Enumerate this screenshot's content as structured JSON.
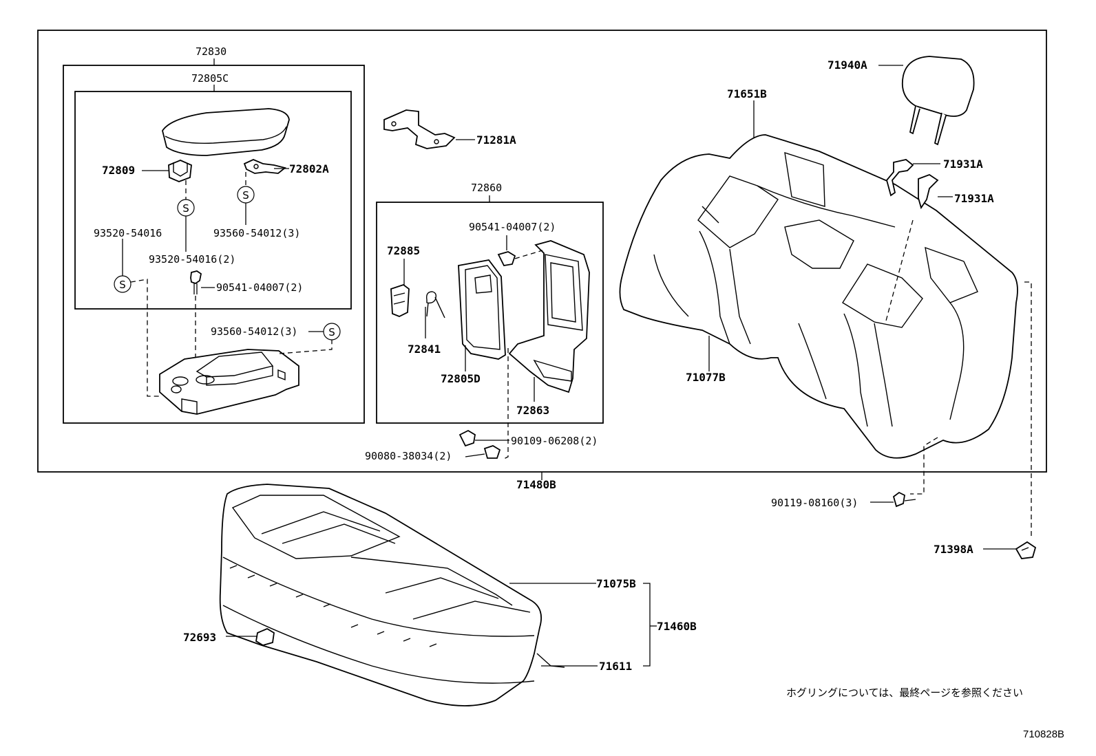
{
  "labels": {
    "p72830": "72830",
    "p72805C": "72805C",
    "p72809": "72809",
    "p72802A": "72802A",
    "p93520_54016": "93520-54016",
    "p93560_54012_3a": "93560-54012(3)",
    "p93520_54016_2": "93520-54016(2)",
    "p90541_04007_2a": "90541-04007(2)",
    "p93560_54012_3b": "93560-54012(3)",
    "p71281A": "71281A",
    "p72860": "72860",
    "p90541_04007_2b": "90541-04007(2)",
    "p72885": "72885",
    "p72841": "72841",
    "p72805D": "72805D",
    "p72863": "72863",
    "p90109_06208_2": "90109-06208(2)",
    "p90080_38034_2": "90080-38034(2)",
    "p71480B": "71480B",
    "p71940A": "71940A",
    "p71651B": "71651B",
    "p71931A_1": "71931A",
    "p71931A_2": "71931A",
    "p71077B": "71077B",
    "p90119_08160_3": "90119-08160(3)",
    "p71398A": "71398A",
    "p71075B": "71075B",
    "p71460B": "71460B",
    "p71611": "71611",
    "p72693": "72693"
  },
  "symbols": {
    "s_mark": "S"
  },
  "note": "ホグリングについては、最終ページを参照ください",
  "diagram_code": "710828B"
}
